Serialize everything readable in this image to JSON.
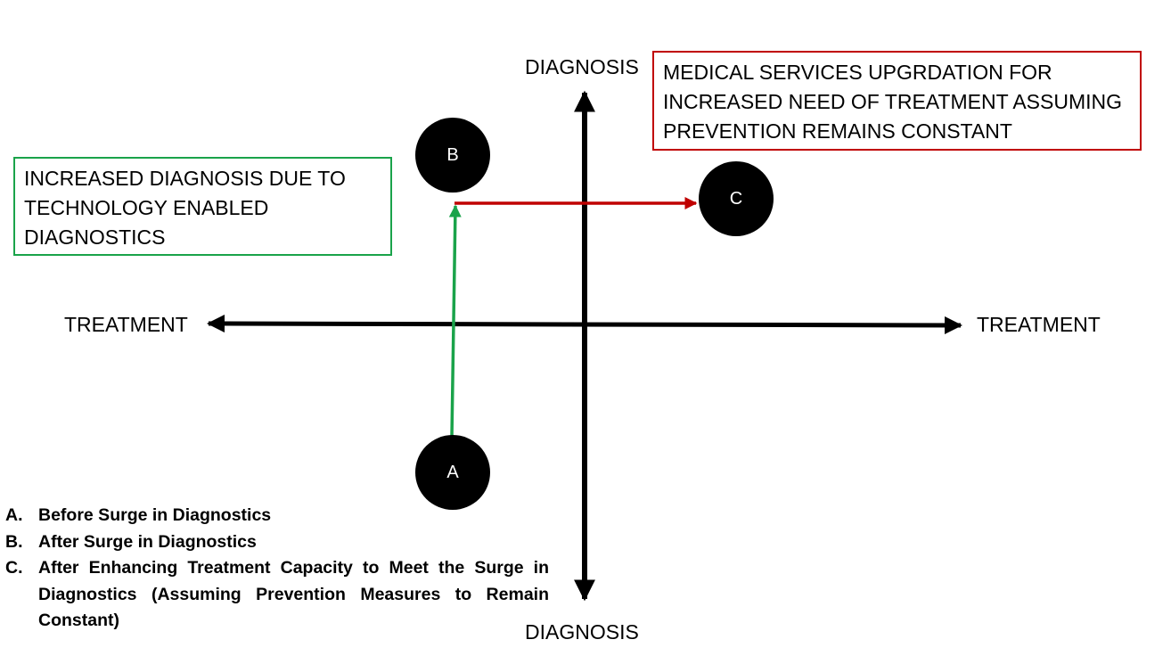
{
  "axes": {
    "top_label": "DIAGNOSIS",
    "bottom_label": "DIAGNOSIS",
    "left_label": "TREATMENT",
    "right_label": "TREATMENT"
  },
  "nodes": {
    "a": "A",
    "b": "B",
    "c": "C"
  },
  "annotations": {
    "green_box": "INCREASED DIAGNOSIS DUE TO TECHNOLOGY ENABLED DIAGNOSTICS",
    "red_box": "MEDICAL SERVICES UPGRDATION FOR INCREASED NEED OF TREATMENT ASSUMING PREVENTION REMAINS CONSTANT"
  },
  "legend": [
    {
      "marker": "A.",
      "text": "Before Surge in Diagnostics"
    },
    {
      "marker": "B.",
      "text": "After Surge in Diagnostics"
    },
    {
      "marker": "C.",
      "text": "After Enhancing Treatment Capacity to Meet the Surge in Diagnostics (Assuming Prevention Measures to Remain Constant)"
    }
  ],
  "colors": {
    "axis": "#000000",
    "green_arrow": "#1aa34a",
    "red_arrow": "#c00000"
  }
}
